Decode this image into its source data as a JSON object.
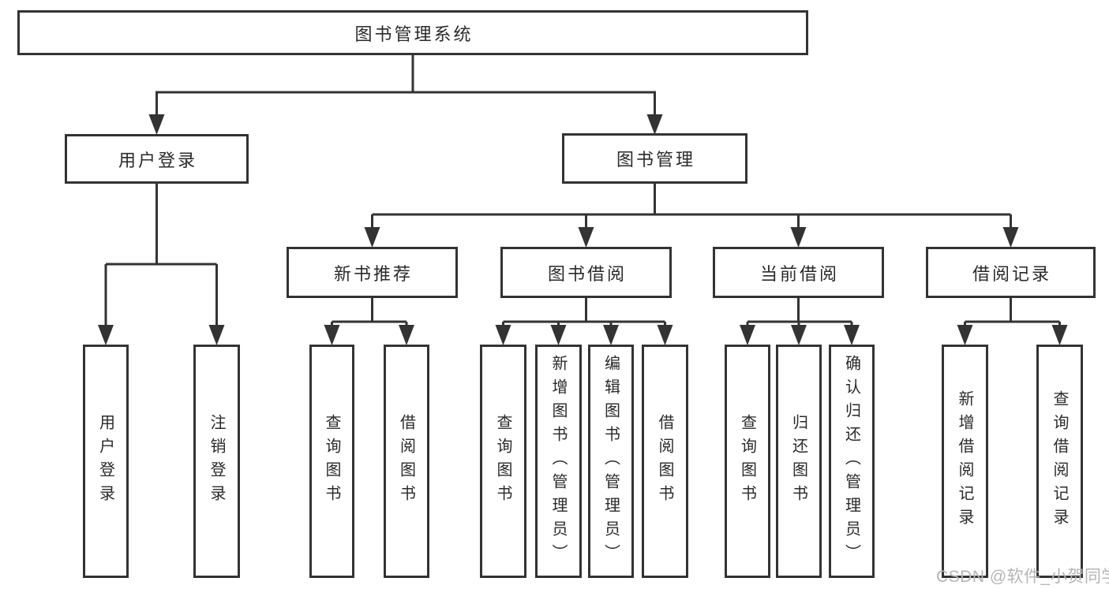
{
  "diagram": {
    "root": {
      "label": "图书管理系统"
    },
    "branches": [
      {
        "label": "用户登录",
        "children": [
          "用户登录",
          "注销登录"
        ]
      },
      {
        "label": "图书管理",
        "sections": [
          {
            "label": "新书推荐",
            "children": [
              "查询图书",
              "借阅图书"
            ]
          },
          {
            "label": "图书借阅",
            "children": [
              "查询图书",
              "新增图书（管理员）",
              "编辑图书（管理员）",
              "借阅图书"
            ]
          },
          {
            "label": "当前借阅",
            "children": [
              "查询图书",
              "归还图书",
              "确认归还（管理员）"
            ]
          },
          {
            "label": "借阅记录",
            "children": [
              "新增借阅记录",
              "查询借阅记录"
            ]
          }
        ]
      }
    ]
  },
  "watermark": {
    "text": "CSDN @软件_小贺同学"
  },
  "colors": {
    "line": "#333333",
    "box_border": "#333333",
    "box_fill": "#ffffff",
    "text": "#2a2a2a",
    "watermark": "#b5b5b5"
  }
}
